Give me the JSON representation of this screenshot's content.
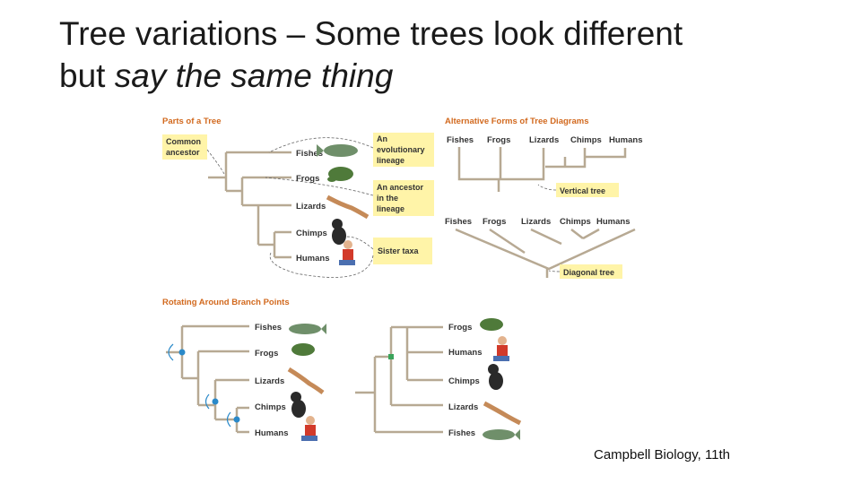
{
  "slide": {
    "title_line1": "Tree variations – Some trees look different",
    "title_line2_prefix": "but ",
    "title_line2_italic": "say the same thing",
    "credit": "Campbell Biology, 11th"
  },
  "panels": {
    "parts": {
      "heading": "Parts of a Tree",
      "common_ancestor": [
        "Common",
        "ancestor"
      ],
      "evolutionary_lineage": [
        "An",
        "evolutionary",
        "lineage"
      ],
      "ancestor_in_lineage": [
        "An ancestor",
        "in the",
        "lineage"
      ],
      "sister_taxa": "Sister taxa",
      "taxa": [
        "Fishes",
        "Frogs",
        "Lizards",
        "Chimps",
        "Humans"
      ]
    },
    "alternative": {
      "heading": "Alternative Forms of Tree Diagrams",
      "vertical_taxa": [
        "Fishes",
        "Frogs",
        "Lizards",
        "Chimps",
        "Humans"
      ],
      "vertical_label": "Vertical tree",
      "diagonal_taxa": [
        "Fishes",
        "Frogs",
        "Lizards",
        "Chimps",
        "Humans"
      ],
      "diagonal_label": "Diagonal tree"
    },
    "rotating": {
      "heading": "Rotating Around Branch Points",
      "left_taxa": [
        "Fishes",
        "Frogs",
        "Lizards",
        "Chimps",
        "Humans"
      ],
      "right_taxa": [
        "Frogs",
        "Humans",
        "Chimps",
        "Lizards",
        "Fishes"
      ]
    }
  },
  "colors": {
    "branch": "#b7a993",
    "heading": "#d2691e",
    "callout_bg": "#fff4a8",
    "rotate_blue": "#2a89c9",
    "rotate_green": "#3aa35a"
  }
}
